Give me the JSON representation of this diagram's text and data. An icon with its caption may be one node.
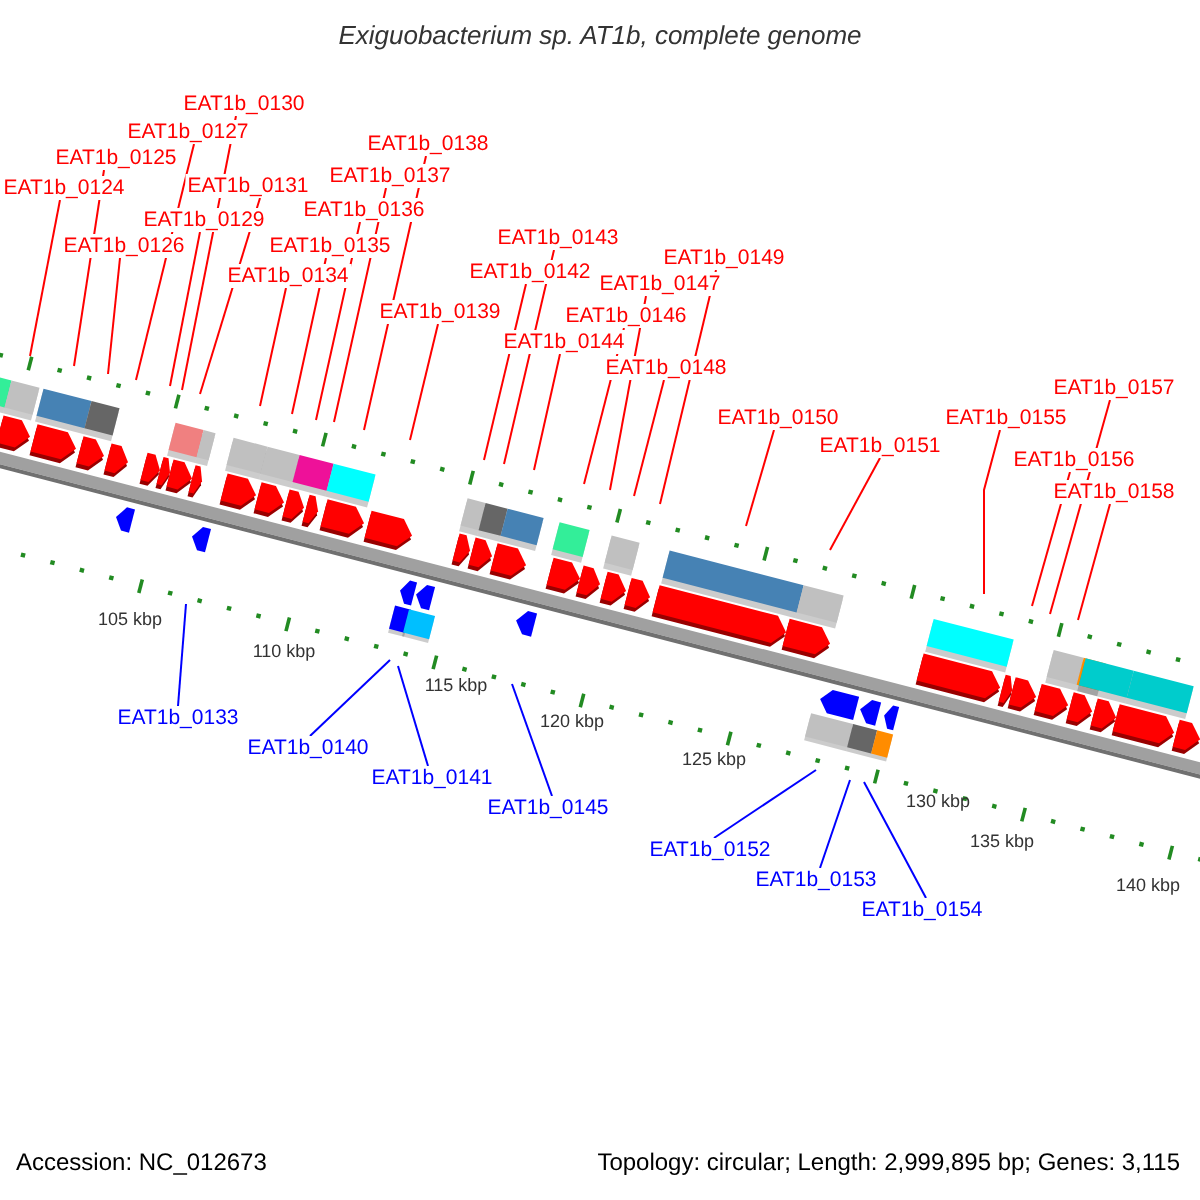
{
  "diagram": {
    "title": "Exiguobacterium sp. AT1b, complete genome",
    "nodes": [
      {
        "text": [
          "EAT1b_0124"
        ]
      },
      {
        "text": [
          "EAT1b_0125"
        ]
      },
      {
        "text": [
          "EAT1b_0126"
        ]
      },
      {
        "text": [
          "EAT1b_0127"
        ]
      },
      {
        "text": [
          "EAT1b_0129"
        ]
      },
      {
        "text": [
          "EAT1b_0130"
        ]
      },
      {
        "text": [
          "EAT1b_0131"
        ]
      },
      {
        "text": [
          "EAT1b_0134"
        ]
      },
      {
        "text": [
          "EAT1b_0135"
        ]
      },
      {
        "text": [
          "EAT1b_0136"
        ]
      },
      {
        "text": [
          "EAT1b_0137"
        ]
      },
      {
        "text": [
          "EAT1b_0138"
        ]
      },
      {
        "text": [
          "EAT1b_0139"
        ]
      },
      {
        "text": [
          "EAT1b_0142"
        ]
      },
      {
        "text": [
          "EAT1b_0143"
        ]
      },
      {
        "text": [
          "EAT1b_0144"
        ]
      },
      {
        "text": [
          "EAT1b_0146"
        ]
      },
      {
        "text": [
          "EAT1b_0147"
        ]
      },
      {
        "text": [
          "EAT1b_0148"
        ]
      },
      {
        "text": [
          "EAT1b_0149"
        ]
      },
      {
        "text": [
          "EAT1b_0150"
        ]
      },
      {
        "text": [
          "EAT1b_0151"
        ]
      },
      {
        "text": [
          "EAT1b_0155"
        ]
      },
      {
        "text": [
          "EAT1b_0156"
        ]
      },
      {
        "text": [
          "EAT1b_0157"
        ]
      },
      {
        "text": [
          "EAT1b_0158"
        ]
      },
      {
        "text": [
          "EAT1b_0133"
        ]
      },
      {
        "text": [
          "EAT1b_0140"
        ]
      },
      {
        "text": [
          "EAT1b_0141"
        ]
      },
      {
        "text": [
          "EAT1b_0145"
        ]
      },
      {
        "text": [
          "EAT1b_0152"
        ]
      },
      {
        "text": [
          "EAT1b_0153"
        ]
      },
      {
        "text": [
          "EAT1b_0154"
        ]
      }
    ],
    "edges": [
      {
        "from": 0,
        "to": null,
        "arrow": "none"
      },
      {
        "from": 1,
        "to": null,
        "arrow": "none"
      },
      {
        "from": 2,
        "to": null,
        "arrow": "none"
      },
      {
        "from": 3,
        "to": null,
        "arrow": "none"
      },
      {
        "from": 4,
        "to": null,
        "arrow": "none"
      },
      {
        "from": 5,
        "to": null,
        "arrow": "none"
      },
      {
        "from": 6,
        "to": null,
        "arrow": "none"
      },
      {
        "from": 7,
        "to": null,
        "arrow": "none"
      },
      {
        "from": 8,
        "to": null,
        "arrow": "none"
      },
      {
        "from": 9,
        "to": null,
        "arrow": "none"
      },
      {
        "from": 10,
        "to": null,
        "arrow": "none"
      },
      {
        "from": 11,
        "to": null,
        "arrow": "none"
      },
      {
        "from": 12,
        "to": null,
        "arrow": "none"
      },
      {
        "from": 13,
        "to": null,
        "arrow": "none"
      },
      {
        "from": 14,
        "to": null,
        "arrow": "none"
      },
      {
        "from": 15,
        "to": null,
        "arrow": "none"
      },
      {
        "from": 16,
        "to": null,
        "arrow": "none"
      },
      {
        "from": 17,
        "to": null,
        "arrow": "none"
      },
      {
        "from": 18,
        "to": null,
        "arrow": "none"
      },
      {
        "from": 19,
        "to": null,
        "arrow": "none"
      },
      {
        "from": 20,
        "to": null,
        "arrow": "none"
      },
      {
        "from": 21,
        "to": null,
        "arrow": "none"
      },
      {
        "from": 22,
        "to": null,
        "arrow": "none"
      },
      {
        "from": 23,
        "to": null,
        "arrow": "none"
      },
      {
        "from": 24,
        "to": null,
        "arrow": "none"
      },
      {
        "from": 25,
        "to": null,
        "arrow": "none"
      },
      {
        "from": 26,
        "to": null,
        "arrow": "none",
        "color": "#0000ff"
      },
      {
        "from": 27,
        "to": null,
        "arrow": "none",
        "color": "#0000ff"
      },
      {
        "from": 28,
        "to": null,
        "arrow": "none",
        "color": "#0000ff"
      },
      {
        "from": 29,
        "to": null,
        "arrow": "none",
        "color": "#0000ff"
      },
      {
        "from": 30,
        "to": null,
        "arrow": "none",
        "color": "#0000ff"
      },
      {
        "from": 31,
        "to": null,
        "arrow": "none",
        "color": "#0000ff"
      },
      {
        "from": 32,
        "to": null,
        "arrow": "none",
        "color": "#0000ff"
      }
    ],
    "labels": [
      "105 kbp",
      "110 kbp",
      "115 kbp",
      "120 kbp",
      "125 kbp",
      "130 kbp",
      "135 kbp",
      "140 kbp",
      "Accession: NC_012673",
      "Topology: circular; Length: 2,999,895 bp; Genes: 3,115"
    ]
  }
}
